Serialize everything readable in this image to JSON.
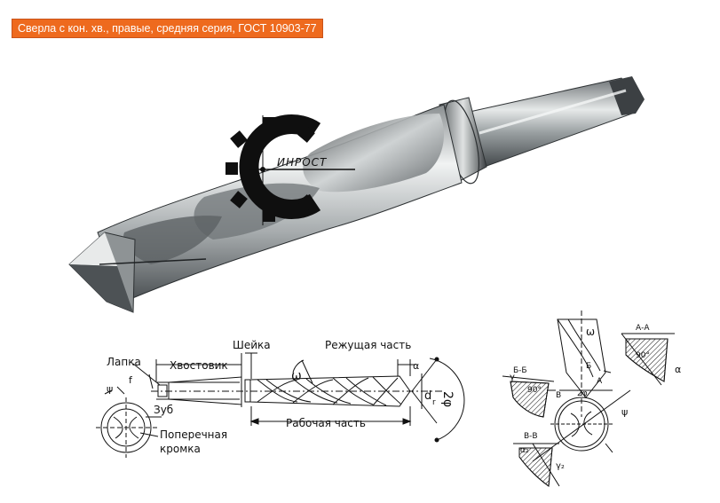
{
  "header": {
    "title": "Сверла с кон. хв., правые, средняя серия, ГОСТ 10903-77"
  },
  "logo": {
    "text": "ИНРОСТ",
    "icon": "gear-c-logo-icon"
  },
  "diagram_left": {
    "labels": {
      "lapka": "Лапка",
      "khvostovik": "Хвостовик",
      "sheyka": "Шейка",
      "rezhushchaya": "Режущая часть",
      "rabochaya": "Рабочая часть",
      "zub": "Зуб",
      "poperechnaya": "Поперечная",
      "kromka": "кромка",
      "omega": "ω",
      "psi": "ψ",
      "f": "f",
      "alpha": "α",
      "d": "d",
      "r": "r",
      "twophi": "2φ"
    }
  },
  "diagram_right": {
    "labels": {
      "aa": "А-А",
      "bb_cyr": "Б-Б",
      "vv": "В-В",
      "deg90_a": "90°",
      "deg90_b": "90°",
      "omega": "ω",
      "alpha": "α",
      "gamma": "γ",
      "gamma2": "γ₂",
      "alpha2": "α₂",
      "psi": "ψ",
      "twophi": "2φ",
      "a": "А",
      "b": "Б",
      "v": "В"
    }
  },
  "colors": {
    "title_bg": "#ee6a1e",
    "title_text": "#ffffff",
    "steel_dark": "#4a4f52",
    "steel_light": "#d8dcdc"
  }
}
